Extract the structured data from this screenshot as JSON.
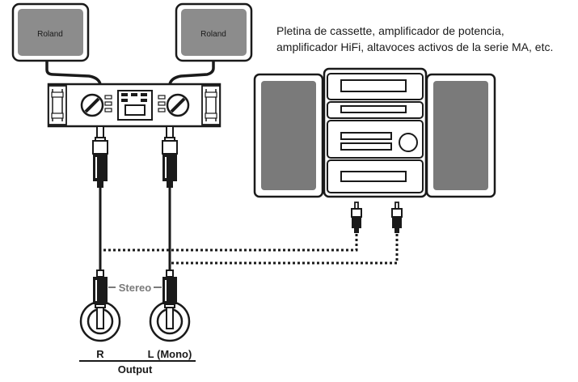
{
  "speakers": {
    "left_brand": "Roland",
    "right_brand": "Roland"
  },
  "caption": {
    "line1": "Pletina de cassette, amplificador de potencia,",
    "line2": "amplificador HiFi, altavoces activos de la serie MA, etc."
  },
  "jacks": {
    "stereo_label": "Stereo",
    "right_label": "R",
    "left_label": "L (Mono)",
    "group_label": "Output"
  },
  "colors": {
    "ink": "#1a1a1a",
    "panel_gray": "#7a7a7a",
    "speaker_gray": "#8c8c8c",
    "stereo_text": "#7a7a7a"
  }
}
